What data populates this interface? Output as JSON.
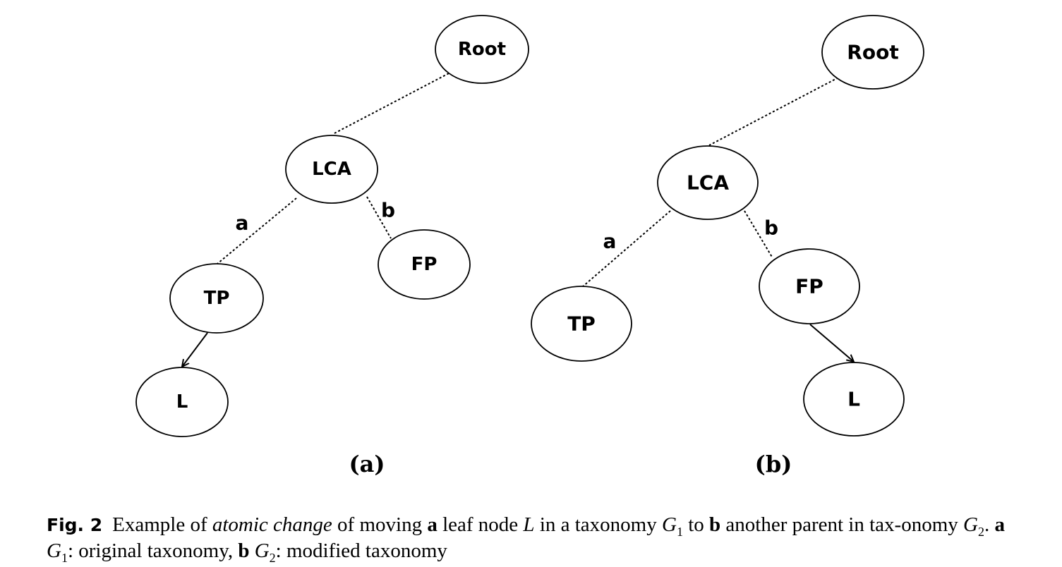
{
  "panels": [
    {
      "label": "(a)",
      "nodes": {
        "root": "Root",
        "lca": "LCA",
        "tp": "TP",
        "fp": "FP",
        "leaf": "L"
      },
      "edge_labels": {
        "a": "a",
        "b": "b"
      }
    },
    {
      "label": "(b)",
      "nodes": {
        "root": "Root",
        "lca": "LCA",
        "tp": "TP",
        "fp": "FP",
        "leaf": "L"
      },
      "edge_labels": {
        "a": "a",
        "b": "b"
      }
    }
  ],
  "caption": {
    "fig_label": "Fig. 2",
    "t1": "Example of ",
    "t2_italic": "atomic change",
    "t3": " of moving ",
    "t4_bold": "a",
    "t5": " leaf node ",
    "t6_italic": "L",
    "t7": " in a taxonomy ",
    "t8_italic": "G",
    "t8_sub": "1",
    "t9": " to ",
    "t10_bold": "b",
    "t11": " another parent in tax-onomy ",
    "t12_italic": "G",
    "t12_sub": "2",
    "t13": ". ",
    "t14_bold": "a",
    "t15_italic": " G",
    "t15_sub": "1",
    "t16": ": original taxonomy, ",
    "t17_bold": "b",
    "t18_italic": " G",
    "t18_sub": "2",
    "t19": ": modified taxonomy"
  }
}
